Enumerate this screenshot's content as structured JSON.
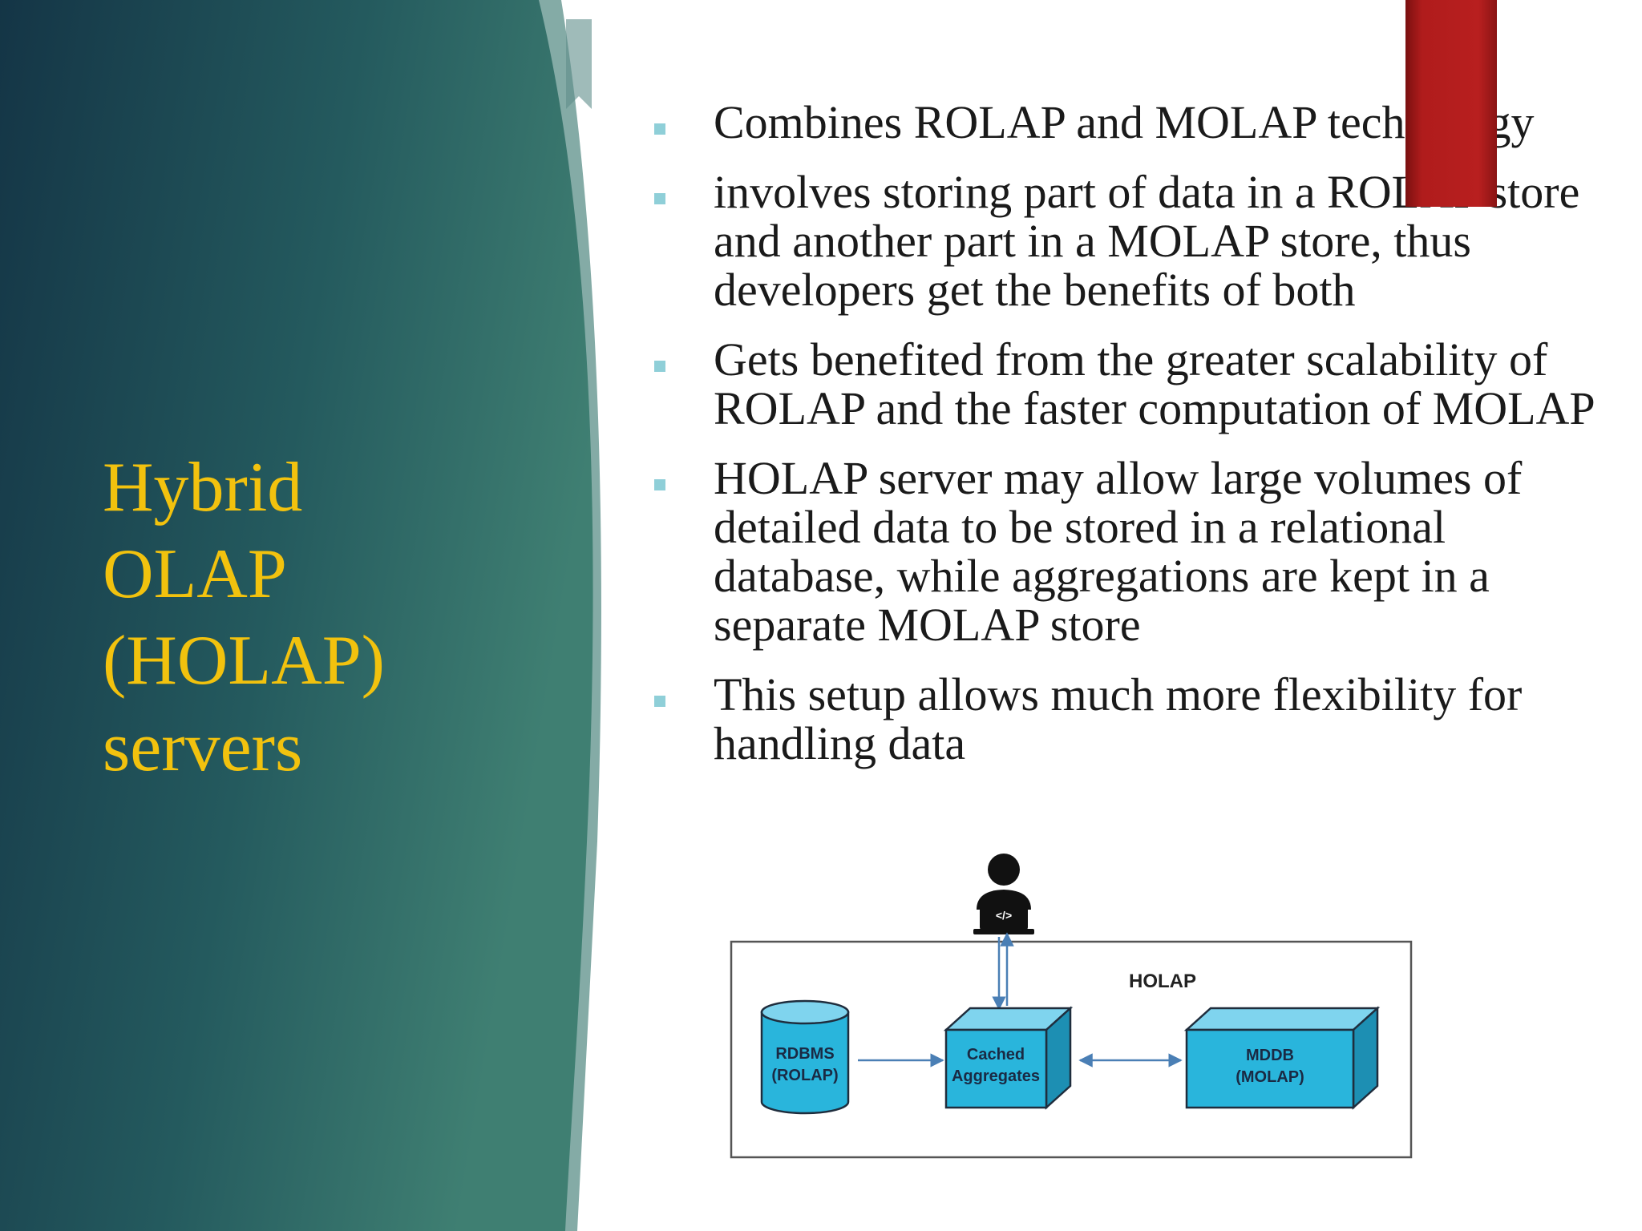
{
  "title": {
    "lines": [
      "Hybrid",
      "OLAP",
      "(HOLAP)",
      "servers"
    ]
  },
  "bullets": [
    "Combines ROLAP and MOLAP technology",
    "involves storing part of data in a ROLAP store and another part in a MOLAP store, thus developers get the benefits of both",
    "Gets benefited from the greater scalability of ROLAP and the faster computation of MOLAP",
    "HOLAP server may allow large volumes of detailed data to be stored in a relational database, while aggregations are kept in a separate MOLAP store",
    "This setup allows much more flexibility for handling data"
  ],
  "diagram": {
    "frame_label": "HOLAP",
    "developer_icon": "developer-laptop-icon",
    "nodes": {
      "rdbms": [
        "RDBMS",
        "(ROLAP)"
      ],
      "cache": [
        "Cached",
        "Aggregates"
      ],
      "mddb": [
        "MDDB",
        "(MOLAP)"
      ]
    }
  },
  "colors": {
    "title": "#f2c20e",
    "panel_dark": "#173c4d",
    "panel_light": "#3b7a6f",
    "accent_red": "#b81f1f",
    "bullet_marker": "#8fcfd8",
    "shape_fill": "#29b5dc"
  }
}
